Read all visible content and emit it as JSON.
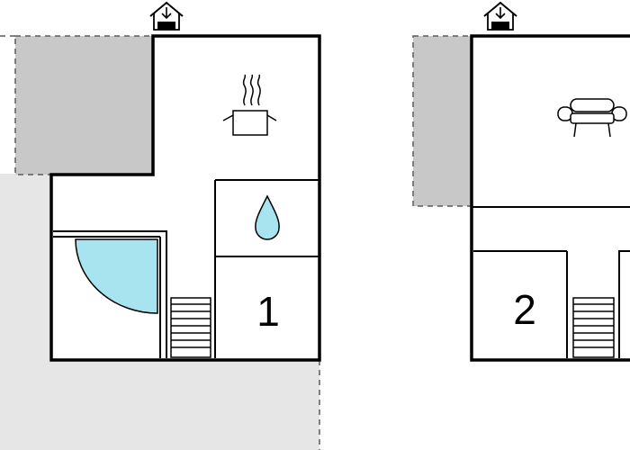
{
  "floors": [
    {
      "id": "floor-1",
      "rooms": [
        {
          "type": "kitchen",
          "icon": "cooking-pot-icon"
        },
        {
          "type": "bathroom",
          "icon": "water-drop-icon"
        },
        {
          "type": "bedroom",
          "number": "1"
        },
        {
          "type": "hallway",
          "icon": "door-swing-icon"
        }
      ],
      "features": [
        "stairs-icon",
        "entrance-icon",
        "terrace",
        "garden"
      ]
    },
    {
      "id": "floor-2",
      "rooms": [
        {
          "type": "living-room",
          "icon": "sofa-icon"
        },
        {
          "type": "bedroom",
          "number": "2"
        }
      ],
      "features": [
        "stairs-icon",
        "entrance-icon",
        "terrace"
      ]
    }
  ],
  "icons": {
    "entrance": "house-arrow-icon",
    "kitchen": "cooking-pot-icon",
    "bathroom": "water-drop-icon",
    "living": "sofa-icon",
    "stairs": "stairs-icon",
    "door": "door-swing-icon"
  },
  "colors": {
    "wall": "#000000",
    "floor": "#ffffff",
    "terrace": "#c8c8c8",
    "garden": "#e6e6e6",
    "water": "#a8e4f0",
    "door_fill": "#a8e4f0",
    "outline": "#5a5a5a"
  }
}
